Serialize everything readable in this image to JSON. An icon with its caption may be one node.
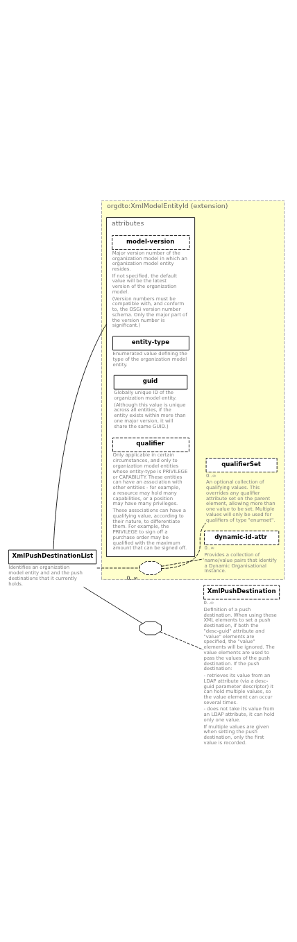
{
  "diagram": {
    "nodes": [
      {
        "text": [
          "XmlPushDestinationList"
        ],
        "beside": [
          "Identifies an organization model entity and and the push destinations that it currently holds."
        ]
      },
      {
        "text": [
          "orgdto:XmlModelEntityId (extension)"
        ]
      },
      {
        "text": [
          "attributes"
        ],
        "in": 1
      },
      {
        "text": [
          "model-version"
        ],
        "in": 2,
        "beside": [
          "Major version number of the organization model in which an organization model entity resides.",
          "If not specified, the default value will be the latest version of the organization model.",
          "(Version numbers must be compatible with, and conform to, the OSGi version number schema. Only the major part of the version number is significant.)"
        ]
      },
      {
        "text": [
          "entity-type"
        ],
        "in": 2,
        "beside": [
          "Enumerated value defining the type of the organization model entity."
        ]
      },
      {
        "text": [
          "guid"
        ],
        "in": 2,
        "beside": [
          "Globally unique ID of the organization model entity.",
          "(Although this value is unique across all entities, if the entity exists within more than one major version, it will share the same GUID.)"
        ]
      },
      {
        "text": [
          "qualifier"
        ],
        "in": 2,
        "beside": [
          "Only applicable in certain circumstances, and only to organization model entities whose entity-type is PRIVILEGE or CAPABILITY. These entities can have an association with other entities - for example, a resource may hold many capabilities, or a position may have many privileges.",
          "These associations can have a qualifying value, according to their nature, to differentiate them. For example, the PRIVILEGE to sign off a purchase order may be qualified with the maximum amount that can be signed off."
        ]
      },
      {
        "text": [],
        "shape": "octagon",
        "in": 1,
        "beside": [
          "0..∞"
        ]
      },
      {
        "text": [
          "dynamic-id-attr"
        ],
        "in": 1,
        "beside": [
          "0..∞",
          "Provides a collection of name/value pairs that identify a Dynamic Organisational Instance."
        ]
      },
      {
        "text": [
          "qualifierSet"
        ],
        "in": 1,
        "beside": [
          "0..∞",
          "An optional collection of qualifying values. This overrides any qualifier attribute set on the parent element, allowing more than one value to be set. Multiple values will only be used for qualifiers of type \"enumset\"."
        ]
      },
      {
        "text": [],
        "shape": "octagon"
      },
      {
        "text": [
          "XmlPushDestination"
        ],
        "beside": [
          "0..∞",
          "Definition of a push destination. When using these XML elements to set a push destination, if both the \"desc-guid\" attribute and \"value\" elements are specified, the \"value\" elements will be ignored. The value elements are used to pass the values of the push destination. If the push destination:",
          "- retrieves its value from an LDAP attribute (via a desc-guid parameter descriptor) it can hold multiple values, so the value element can occur several times.",
          "- does not take its value from an LDAP attribute, it can hold only one value.",
          "If multiple values are given when setting the push destination, only the first value is recorded."
        ]
      }
    ],
    "edges": [
      {
        "from": 0,
        "to": 2,
        "arrow": "none"
      },
      {
        "from": 0,
        "to": 7,
        "arrow": "none",
        "style": "dashed"
      },
      {
        "from": 7,
        "to": 8,
        "arrow": "none",
        "style": "dashed"
      },
      {
        "from": 7,
        "to": 9,
        "arrow": "none",
        "style": "dashed"
      },
      {
        "from": 0,
        "to": 10,
        "arrow": "none"
      },
      {
        "from": 10,
        "to": 11,
        "arrow": "none",
        "style": "dashed"
      }
    ]
  }
}
